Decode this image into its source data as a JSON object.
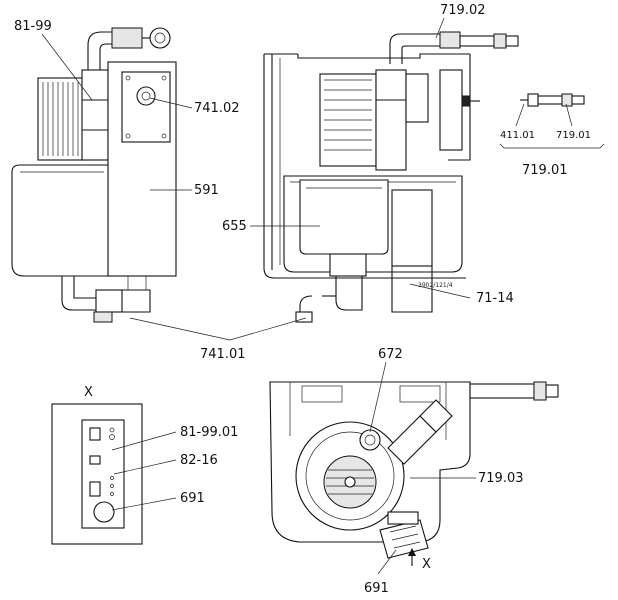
{
  "labels": {
    "l_81_99": "81-99",
    "l_741_02": "741.02",
    "l_591": "591",
    "l_741_01": "741.01",
    "l_719_02": "719.02",
    "l_411_01": "411.01",
    "l_719_01_small": "719.01",
    "l_719_01": "719.01",
    "l_655": "655",
    "l_71_14": "71-14",
    "l_drawing_no": "3902/121/4",
    "l_672": "672",
    "l_719_03": "719.03",
    "l_691_bottom": "691",
    "l_x_bottom": "X",
    "l_x_panel": "X",
    "l_81_99_01": "81-99.01",
    "l_82_16": "82-16",
    "l_691_panel": "691"
  }
}
